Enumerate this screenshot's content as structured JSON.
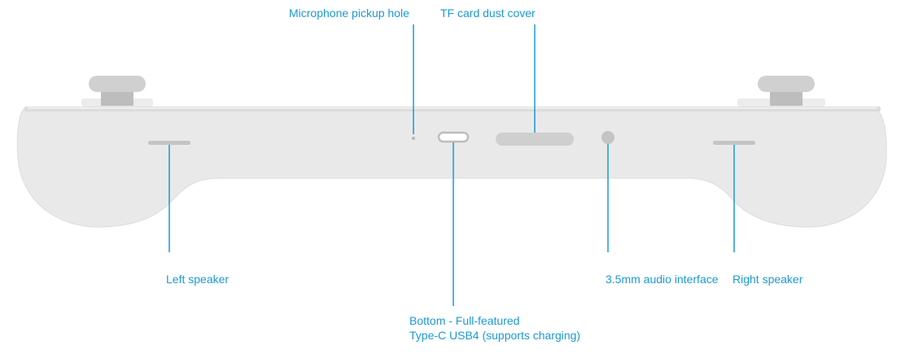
{
  "colors": {
    "body": "#e9e9e9",
    "body_edge": "#cfcfcf",
    "top_rim": "#dcdcdc",
    "stick_cap": "#d0d0d0",
    "stick_stem": "#bdbdbd",
    "port": "#c4c4c4",
    "leader": "#1a9ad6",
    "label": "#1a9ad6"
  },
  "callouts": {
    "microphone": "Microphone pickup hole",
    "tf_card": "TF card dust cover",
    "left_speaker": "Left speaker",
    "usb_c_line1": "Bottom - Full-featured",
    "usb_c_line2": "Type-C USB4 (supports charging)",
    "audio_jack": "3.5mm audio interface",
    "right_speaker": "Right speaker"
  }
}
